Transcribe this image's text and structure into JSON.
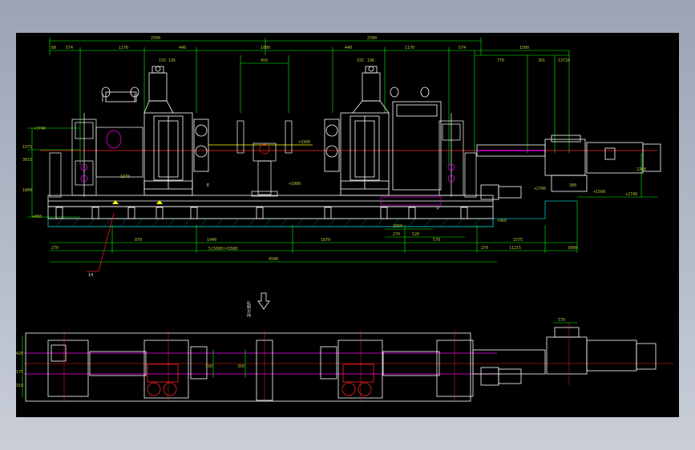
{
  "colors": {
    "background": "#000000",
    "frame": "#9aa4b6",
    "machine": "#ffffff",
    "dimension": "#00ff00",
    "centerline": "#ff2020",
    "ground": "#00c0c0",
    "hatch": "#ffff00",
    "accent": "#ff00ff"
  },
  "elevation": {
    "top_dims": [
      "2500",
      "2500"
    ],
    "sub_dims": [
      "80",
      "574",
      "1170",
      "155",
      "195",
      "440",
      "1000",
      "450",
      "440",
      "155",
      "196",
      "1170",
      "574",
      "1500",
      "770",
      "301",
      "13720"
    ],
    "left_levels": [
      "+3740",
      "1575",
      "3015",
      "1800",
      "+960"
    ],
    "right_levels": [
      "+2700",
      "+2740",
      "+1500",
      "+960"
    ],
    "mid_labels": [
      "+3300",
      "+1000"
    ],
    "bottom_dims": [
      "270",
      "870",
      "1440",
      "1870",
      "1575",
      "2060",
      "270",
      "11215",
      "3000"
    ],
    "bottom_small": [
      "270",
      "520",
      "570"
    ],
    "bottom_total": [
      "5(5000)=5500",
      "4500"
    ],
    "callout": "14",
    "letters": [
      "E",
      "P"
    ],
    "small": [
      "1070",
      "2200",
      "300"
    ]
  },
  "plan": {
    "arrow_label": "轧制方向",
    "left_dims": [
      "420",
      "175",
      "310"
    ],
    "top_dim": "570",
    "mid_dims": [
      "350",
      "350"
    ]
  }
}
